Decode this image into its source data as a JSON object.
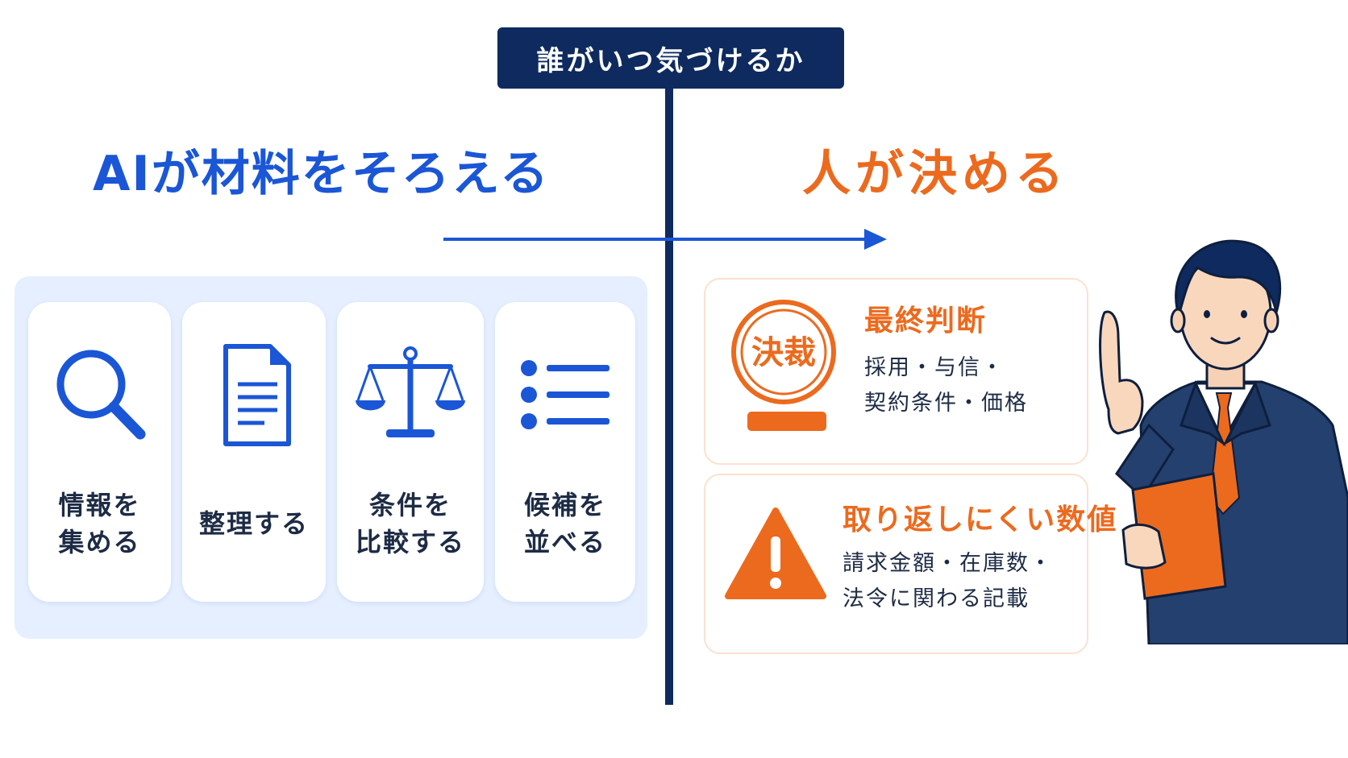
{
  "header": {
    "label": "誰がいつ気づけるか"
  },
  "left": {
    "heading": "AIが材料をそろえる",
    "steps": [
      {
        "label": "情報を\n集める",
        "icon": "magnifier-icon"
      },
      {
        "label": "整理する",
        "icon": "document-icon"
      },
      {
        "label": "条件を\n比較する",
        "icon": "balance-scale-icon"
      },
      {
        "label": "候補を\n並べる",
        "icon": "bullet-list-icon"
      }
    ]
  },
  "right": {
    "heading": "人が決める",
    "cards": [
      {
        "title": "最終判断",
        "description": "採用・与信・\n契約条件・価格",
        "icon": "approval-stamp-icon",
        "stamp_text": "決裁"
      },
      {
        "title": "取り返しにくい数値",
        "description": "請求金額・在庫数・\n法令に関わる記載",
        "icon": "warning-icon"
      }
    ]
  },
  "colors": {
    "navy": "#0e2a5e",
    "blue": "#1a56d6",
    "orange": "#ec6a1e",
    "panel": "#e5efff"
  }
}
